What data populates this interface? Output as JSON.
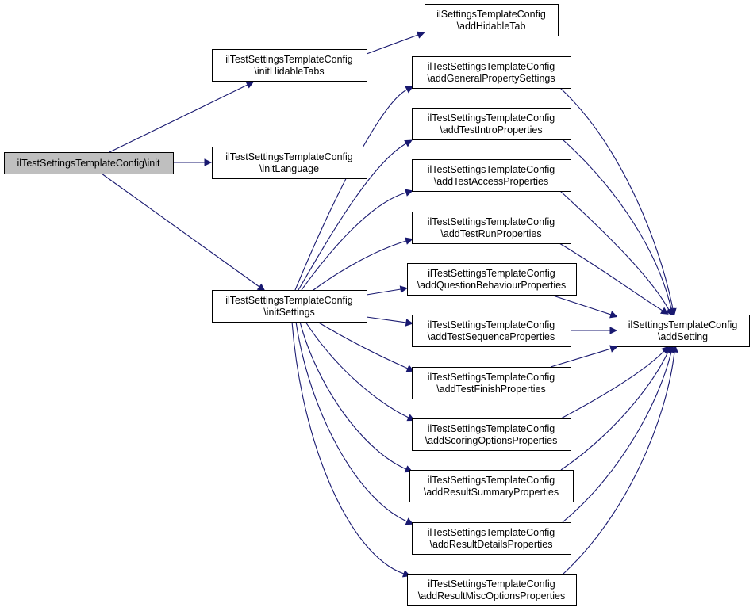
{
  "nodes": {
    "init": {
      "lines": [
        "ilTestSettingsTemplateConfig\\init"
      ]
    },
    "initHidableTabs": {
      "lines": [
        "ilTestSettingsTemplateConfig",
        "\\initHidableTabs"
      ]
    },
    "initLanguage": {
      "lines": [
        "ilTestSettingsTemplateConfig",
        "\\initLanguage"
      ]
    },
    "initSettings": {
      "lines": [
        "ilTestSettingsTemplateConfig",
        "\\initSettings"
      ]
    },
    "addHidableTab": {
      "lines": [
        "ilSettingsTemplateConfig",
        "\\addHidableTab"
      ]
    },
    "addGeneralPropertySettings": {
      "lines": [
        "ilTestSettingsTemplateConfig",
        "\\addGeneralPropertySettings"
      ]
    },
    "addTestIntroProperties": {
      "lines": [
        "ilTestSettingsTemplateConfig",
        "\\addTestIntroProperties"
      ]
    },
    "addTestAccessProperties": {
      "lines": [
        "ilTestSettingsTemplateConfig",
        "\\addTestAccessProperties"
      ]
    },
    "addTestRunProperties": {
      "lines": [
        "ilTestSettingsTemplateConfig",
        "\\addTestRunProperties"
      ]
    },
    "addQuestionBehaviourProperties": {
      "lines": [
        "ilTestSettingsTemplateConfig",
        "\\addQuestionBehaviourProperties"
      ]
    },
    "addTestSequenceProperties": {
      "lines": [
        "ilTestSettingsTemplateConfig",
        "\\addTestSequenceProperties"
      ]
    },
    "addTestFinishProperties": {
      "lines": [
        "ilTestSettingsTemplateConfig",
        "\\addTestFinishProperties"
      ]
    },
    "addScoringOptionsProperties": {
      "lines": [
        "ilTestSettingsTemplateConfig",
        "\\addScoringOptionsProperties"
      ]
    },
    "addResultSummaryProperties": {
      "lines": [
        "ilTestSettingsTemplateConfig",
        "\\addResultSummaryProperties"
      ]
    },
    "addResultDetailsProperties": {
      "lines": [
        "ilTestSettingsTemplateConfig",
        "\\addResultDetailsProperties"
      ]
    },
    "addResultMiscOptionsProperties": {
      "lines": [
        "ilTestSettingsTemplateConfig",
        "\\addResultMiscOptionsProperties"
      ]
    },
    "addSetting": {
      "lines": [
        "ilSettingsTemplateConfig",
        "\\addSetting"
      ]
    }
  },
  "edges": [
    [
      "init",
      "initHidableTabs"
    ],
    [
      "init",
      "initLanguage"
    ],
    [
      "init",
      "initSettings"
    ],
    [
      "initHidableTabs",
      "addHidableTab"
    ],
    [
      "initSettings",
      "addGeneralPropertySettings"
    ],
    [
      "initSettings",
      "addTestIntroProperties"
    ],
    [
      "initSettings",
      "addTestAccessProperties"
    ],
    [
      "initSettings",
      "addTestRunProperties"
    ],
    [
      "initSettings",
      "addQuestionBehaviourProperties"
    ],
    [
      "initSettings",
      "addTestSequenceProperties"
    ],
    [
      "initSettings",
      "addTestFinishProperties"
    ],
    [
      "initSettings",
      "addScoringOptionsProperties"
    ],
    [
      "initSettings",
      "addResultSummaryProperties"
    ],
    [
      "initSettings",
      "addResultDetailsProperties"
    ],
    [
      "initSettings",
      "addResultMiscOptionsProperties"
    ],
    [
      "addGeneralPropertySettings",
      "addSetting"
    ],
    [
      "addTestIntroProperties",
      "addSetting"
    ],
    [
      "addTestAccessProperties",
      "addSetting"
    ],
    [
      "addTestRunProperties",
      "addSetting"
    ],
    [
      "addQuestionBehaviourProperties",
      "addSetting"
    ],
    [
      "addTestSequenceProperties",
      "addSetting"
    ],
    [
      "addTestFinishProperties",
      "addSetting"
    ],
    [
      "addScoringOptionsProperties",
      "addSetting"
    ],
    [
      "addResultSummaryProperties",
      "addSetting"
    ],
    [
      "addResultDetailsProperties",
      "addSetting"
    ],
    [
      "addResultMiscOptionsProperties",
      "addSetting"
    ]
  ],
  "colors": {
    "edge": "#191970",
    "root_fill": "#bfbfbf",
    "node_fill": "#ffffff"
  }
}
